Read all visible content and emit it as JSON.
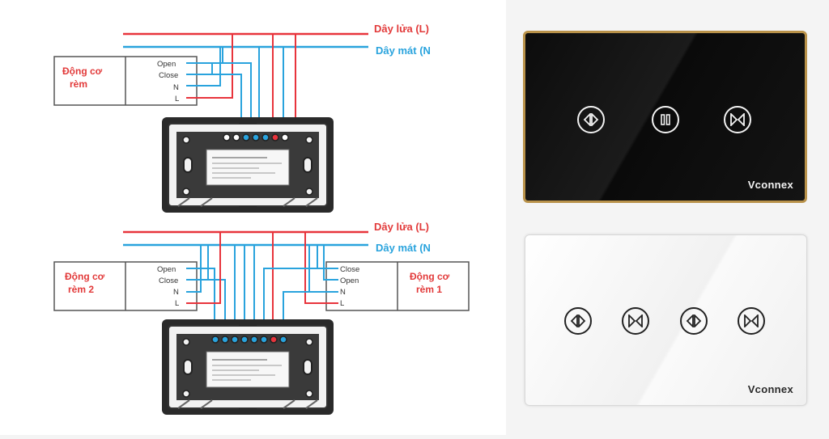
{
  "top_diagram": {
    "live_wire_label": "Dây lửa (L)",
    "neutral_wire_label": "Dây mát (N",
    "motor_line1": "Động cơ",
    "motor_line2": "rèm",
    "terminals": [
      "Open",
      "Close",
      "N",
      "L"
    ]
  },
  "bottom_diagram": {
    "live_wire_label": "Dây lửa (L)",
    "neutral_wire_label": "Dây mát (N",
    "left_motor_line1": "Động cơ",
    "left_motor_line2": "rèm 2",
    "left_terminals": [
      "Open",
      "Close",
      "N",
      "L"
    ],
    "right_motor_line1": "Động cơ",
    "right_motor_line2": "rèm 1",
    "right_terminals": [
      "Close",
      "Open",
      "N",
      "L"
    ]
  },
  "switch_black": {
    "brand": "Vconnex",
    "buttons": [
      "open-curtain-icon",
      "pause-icon",
      "close-curtain-icon"
    ]
  },
  "switch_white": {
    "brand": "Vconnex",
    "buttons": [
      "open-curtain-icon",
      "close-curtain-icon",
      "open-curtain-icon",
      "close-curtain-icon"
    ]
  },
  "colors": {
    "live": "#e8343c",
    "neutral": "#29a3dd",
    "accent_gold": "#b9924a"
  }
}
